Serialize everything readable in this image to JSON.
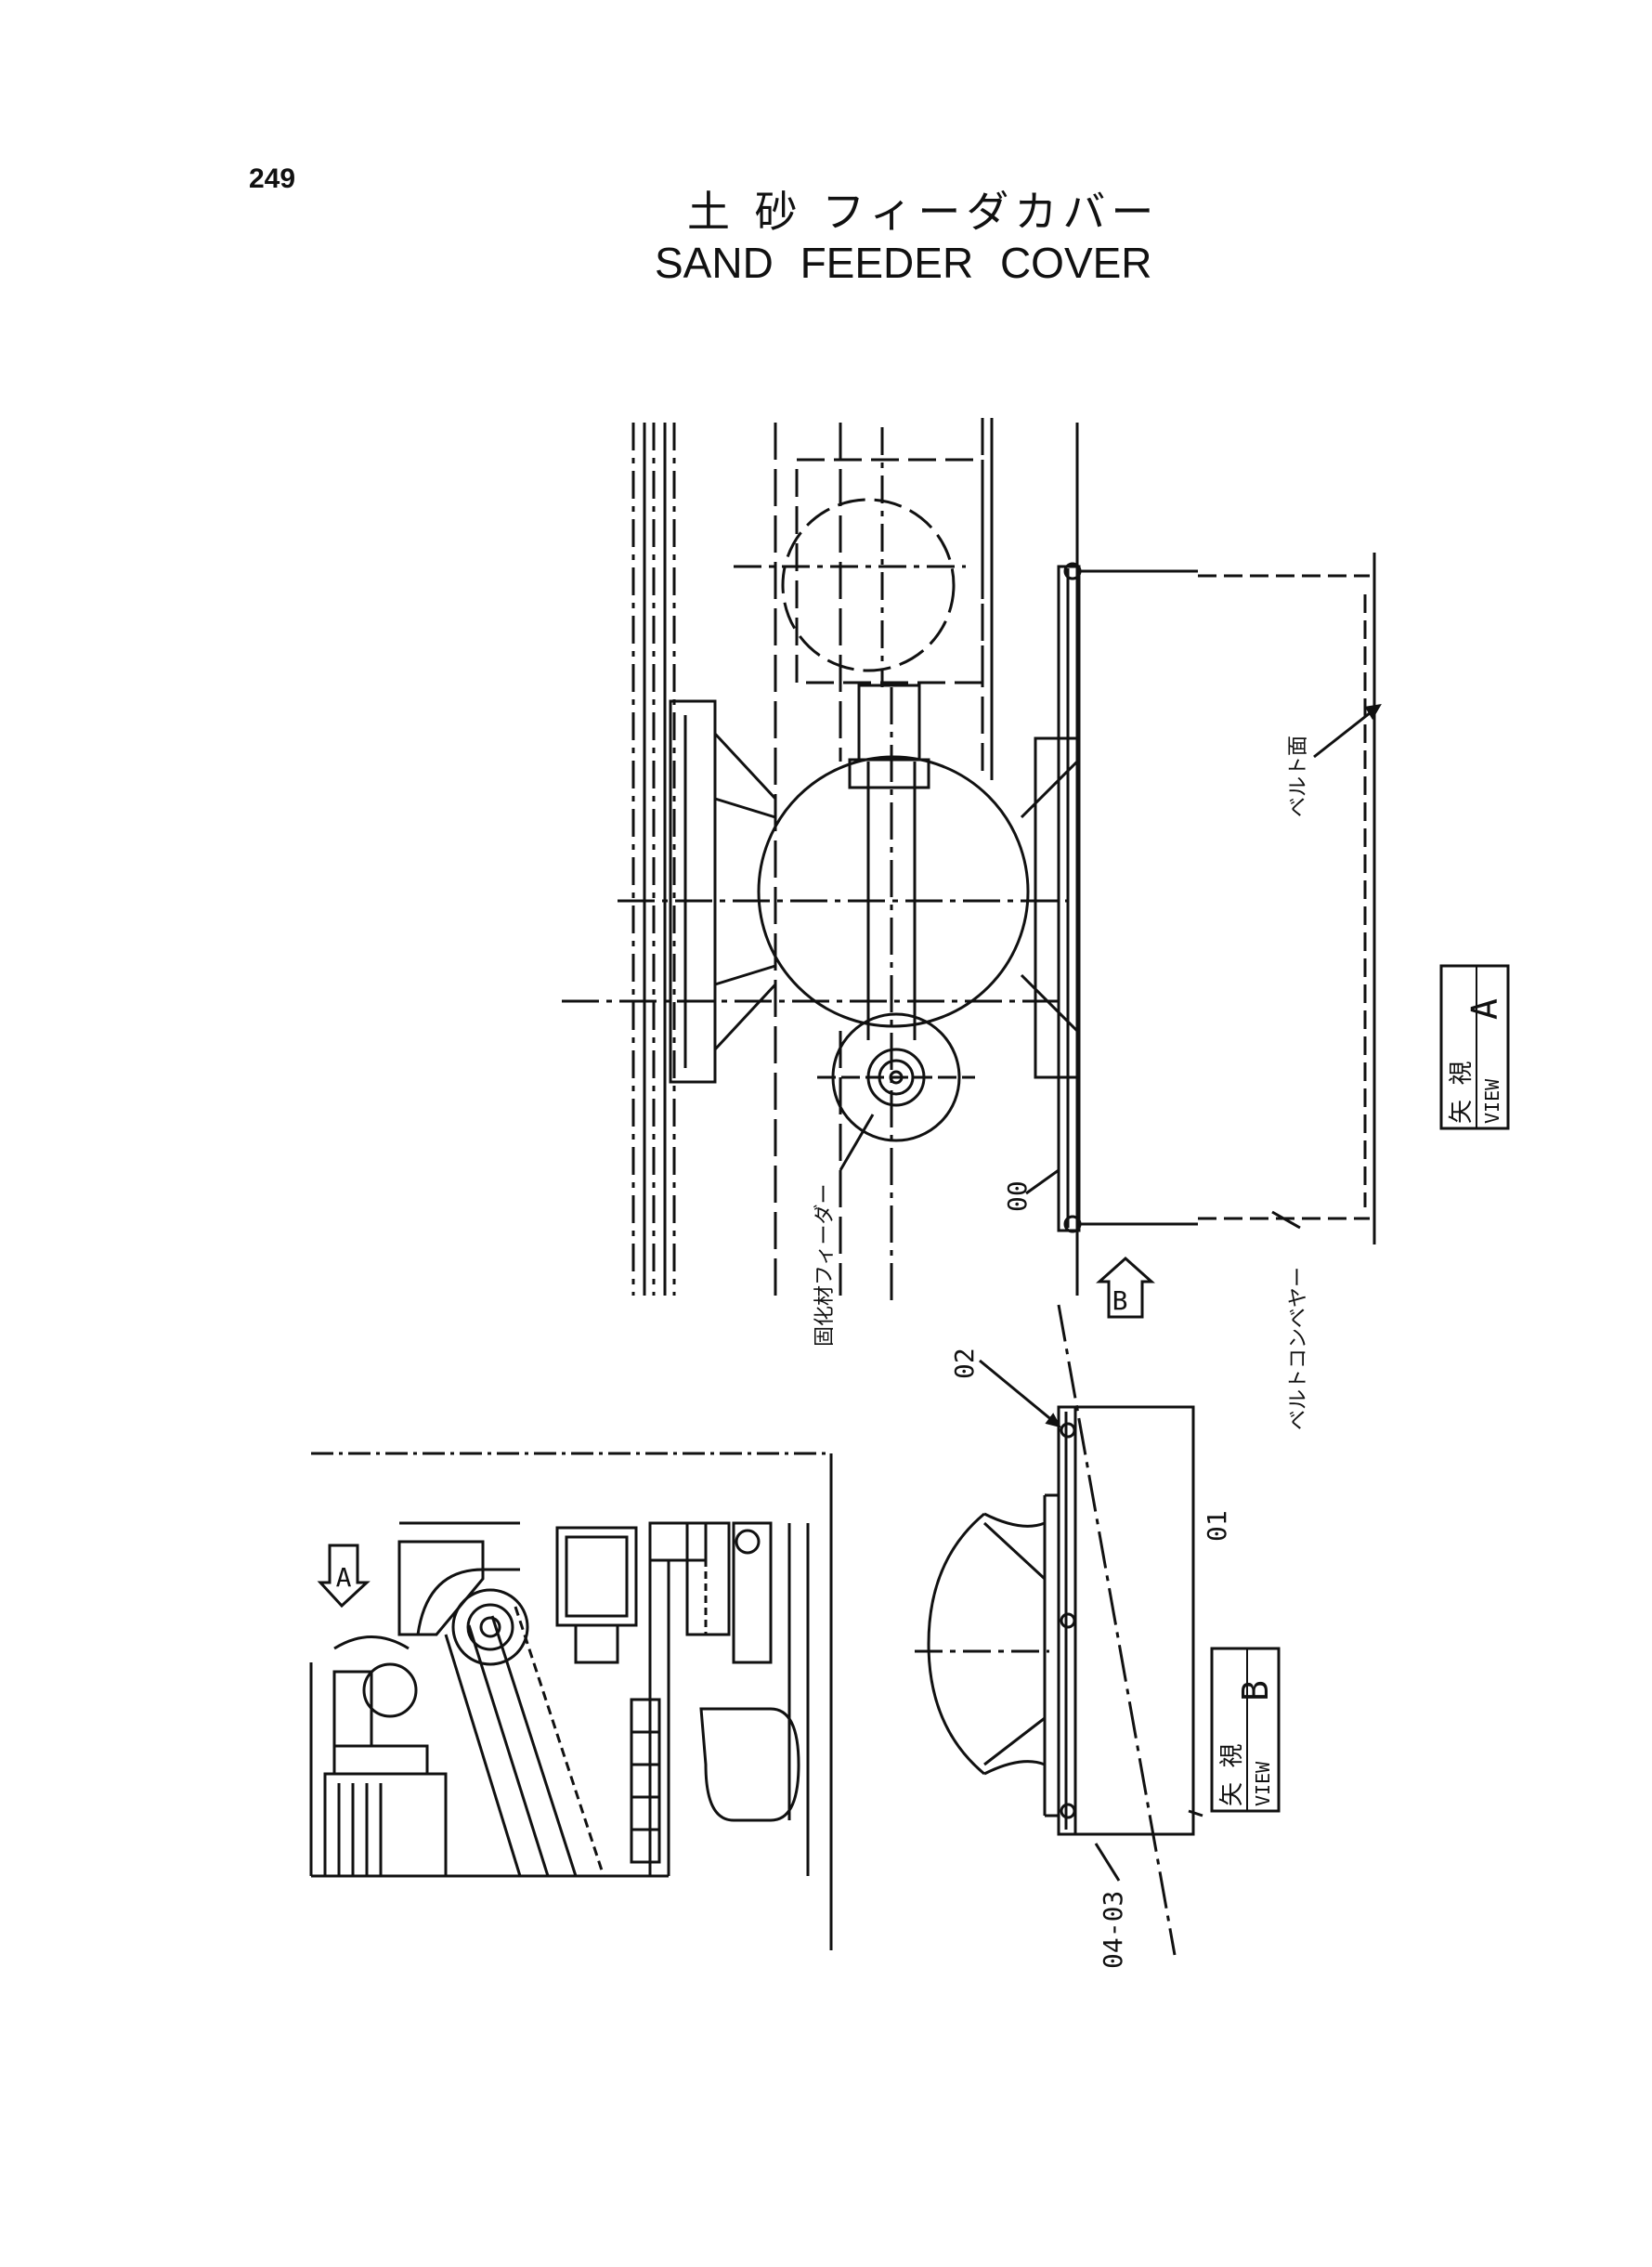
{
  "page": {
    "number": "249"
  },
  "title": {
    "japanese": "土 砂 フィーダカバー",
    "english": "SAND FEEDER COVER"
  },
  "view_a": {
    "view_box_jp": "矢 視",
    "view_box_en": "VIEW",
    "view_box_letter": "A",
    "label_belt_surface": "ベルト面",
    "label_solidifier_feeder": "固化材フィーダー",
    "label_belt_conveyor": "ベルトコンベヤー",
    "part_00": "00",
    "arrow_letter": "B"
  },
  "view_b": {
    "view_box_jp": "矢 視",
    "view_box_en": "VIEW",
    "view_box_letter": "B",
    "part_01": "01",
    "part_02": "02",
    "part_04_03": "04-03"
  },
  "overview": {
    "arrow_letter": "A"
  }
}
